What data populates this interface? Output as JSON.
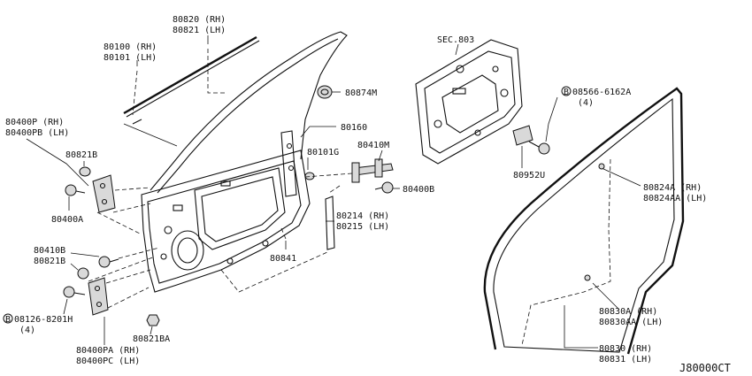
{
  "labels": {
    "l80820": "80820 (RH)",
    "l80821": "80821 (LH)",
    "l80100": "80100 (RH)",
    "l80101": "80101 (LH)",
    "l80874M": "80874M",
    "l80160": "80160",
    "l80400P": "80400P  (RH)",
    "l80400PB": "80400PB (LH)",
    "l80821B_top": "80821B",
    "l80400A": "80400A",
    "l80101G": "80101G",
    "l80410M": "80410M",
    "l80400B": "80400B",
    "l80214": "80214 (RH)",
    "l80215": "80215 (LH)",
    "l80841": "80841",
    "l80410B": "80410B",
    "l80821B_mid": "80821B",
    "l08126": "08126-8201H",
    "l08126_qty": "(4)",
    "l80821BA": "80821BA",
    "l80400PA": "80400PA (RH)",
    "l80400PC": "80400PC (LH)",
    "lSEC": "SEC.803",
    "l08566": "08566-6162A",
    "l08566_qty": "(4)",
    "l80952U": "80952U",
    "l80824A": "80824A  (RH)",
    "l80824AA": "80824AA (LH)",
    "l80830A": "80830A  (RH)",
    "l80830AA": "80830AA (LH)",
    "l80830": "80830 (RH)",
    "l80831": "80831 (LH)",
    "diagram_code": "J80000CT",
    "bolt_symbol": "B"
  }
}
